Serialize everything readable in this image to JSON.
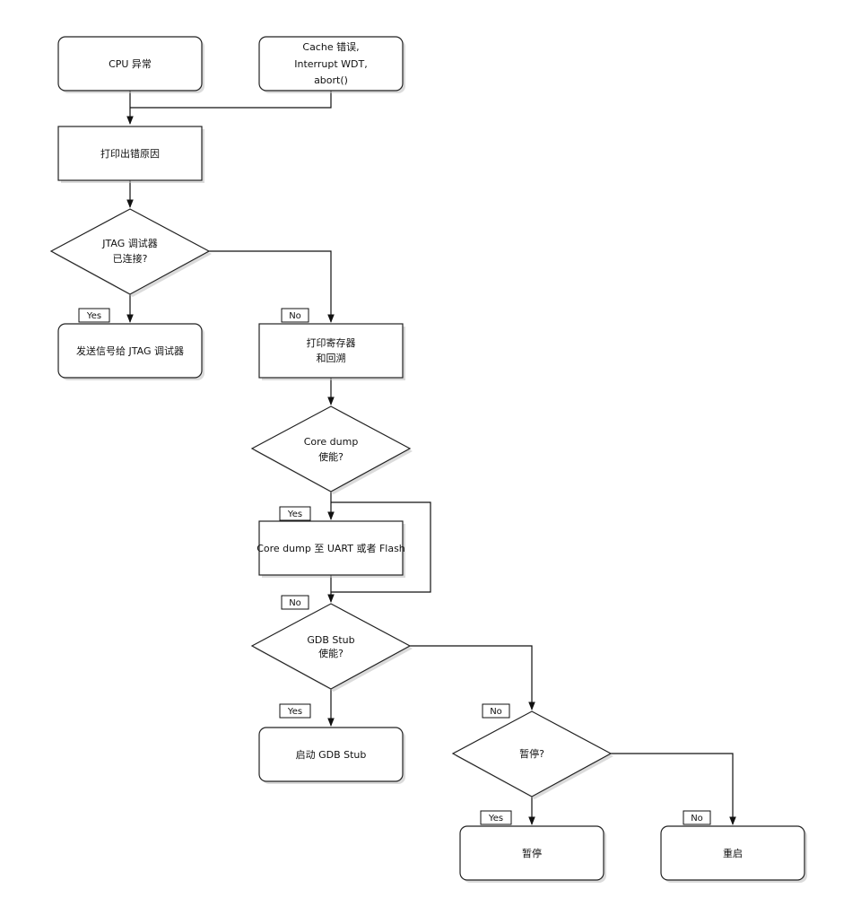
{
  "diagram": {
    "nodes": {
      "cpu_exception": [
        "CPU 异常"
      ],
      "other_errors": [
        "Cache 错误,",
        "Interrupt WDT,",
        "abort()"
      ],
      "print_reason": [
        "打印出错原因"
      ],
      "jtag_connected": [
        "JTAG 调试器",
        "已连接?"
      ],
      "send_signal": [
        "发送信号给 JTAG 调试器"
      ],
      "print_registers": [
        "打印寄存器",
        "和回溯"
      ],
      "core_dump_enabled": [
        "Core dump",
        "使能?"
      ],
      "core_dump_to": [
        "Core dump 至 UART 或者 Flash"
      ],
      "gdb_stub_enabled": [
        "GDB Stub",
        "使能?"
      ],
      "start_gdb_stub": [
        "启动 GDB Stub"
      ],
      "halt_question": [
        "暂停?"
      ],
      "halt": [
        "暂停"
      ],
      "reboot": [
        "重启"
      ]
    },
    "edge_labels": {
      "jtag_yes": "Yes",
      "jtag_no": "No",
      "core_dump_yes": "Yes",
      "core_dump_no": "No",
      "gdb_yes": "Yes",
      "gdb_no": "No",
      "halt_yes": "Yes",
      "halt_no": "No"
    }
  }
}
